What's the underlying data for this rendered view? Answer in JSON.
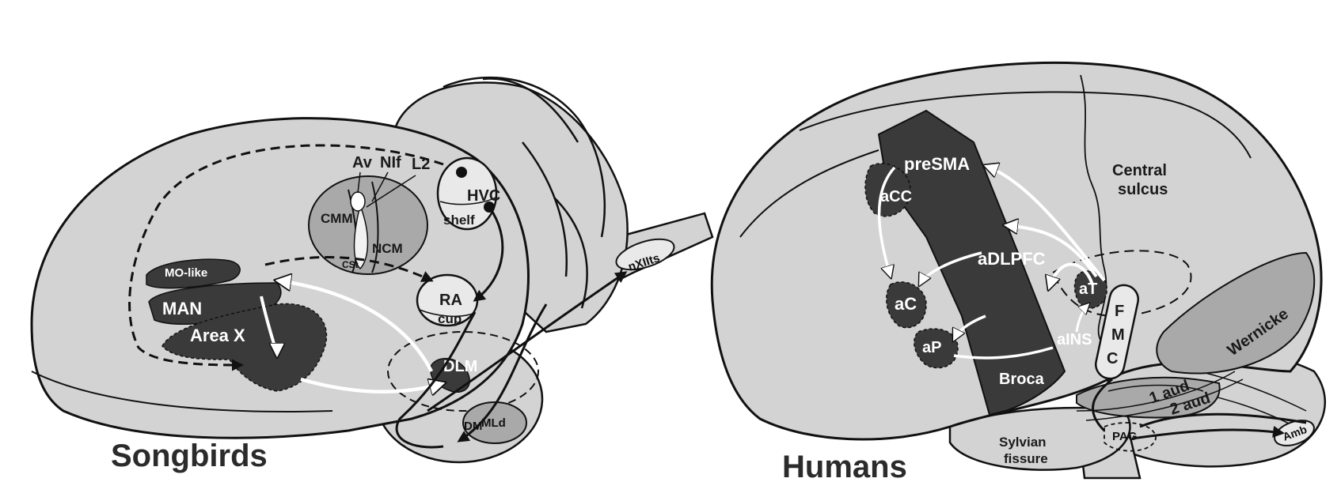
{
  "titles": {
    "left": "Songbirds",
    "right": "Humans"
  },
  "songbird_labels": {
    "hvc": "HVC",
    "shelf": "shelf",
    "ra": "RA",
    "cup": "cup",
    "dlm": "DLM",
    "dmm": "DM",
    "mld": "MLd",
    "nxiits": "nXIIts",
    "mo_like": "MO-like",
    "man": "MAN",
    "area_x": "Area X",
    "av": "Av",
    "nif": "NIf",
    "l2": "L2",
    "cmm": "CMM",
    "ncm": "NCM",
    "csl": "CSt"
  },
  "human_labels": {
    "presma": "preSMA",
    "acc": "aCC",
    "ac": "aC",
    "ap": "aP",
    "adlpfc": "aDLPFC",
    "at": "aT",
    "ains": "aINS",
    "fmc": [
      "F",
      "M",
      "C"
    ],
    "broca": "Broca",
    "wernicke": "Wernicke",
    "aud1": "1 aud",
    "aud2": "2 aud",
    "central_sulcus": [
      "Central",
      "sulcus"
    ],
    "sylvian_fissure": [
      "Sylvian",
      "fissure"
    ],
    "pag": "PAG",
    "amb": "Amb"
  },
  "colors": {
    "tissue": "#d3d3d3",
    "dark": "#3a3a3a",
    "outline": "#111111",
    "light": "#e9e9e9",
    "mid": "#a9a9a9"
  }
}
